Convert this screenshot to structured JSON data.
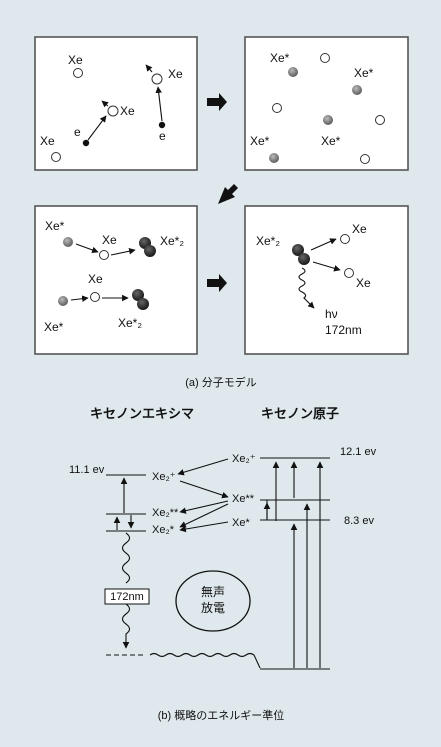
{
  "colors": {
    "background": "#dfe9ed",
    "panel": "#ffffff",
    "border": "#555555"
  },
  "panels": {
    "p1": {
      "xe1": "Xe",
      "xe2": "Xe",
      "xe3": "Xe",
      "xe4": "Xe",
      "e1": "e",
      "e2": "e"
    },
    "p2": {
      "xe1": "Xe*",
      "xe2": "Xe*",
      "xe3": "Xe*",
      "xe4": "Xe*"
    },
    "p3": {
      "xe1": "Xe*",
      "xe2": "Xe",
      "xe3": "Xe*₂",
      "xe4": "Xe",
      "xe5": "Xe*",
      "xe6": "Xe*₂"
    },
    "p4": {
      "xe1": "Xe*₂",
      "xe2": "Xe",
      "xe3": "Xe",
      "hv": "hν",
      "nm": "172nm"
    }
  },
  "caption_a": "(a) 分子モデル",
  "caption_b": "(b) 概略のエネルギー準位",
  "energy": {
    "header_excimer": "キセノンエキシマ",
    "header_atom": "キセノン原子",
    "ev_left": "11.1 ev",
    "ev_top": "12.1 ev",
    "ev_mid": "8.3 ev",
    "xe2_plus": "Xe₂⁺",
    "xe2_starstar": "Xe₂**",
    "xe2_star": "Xe₂*",
    "xe2_plus_r": "Xe₂⁺",
    "xe_starstar": "Xe**",
    "xe_star": "Xe*",
    "box_172": "172nm",
    "discharge_1": "無声",
    "discharge_2": "放電"
  }
}
